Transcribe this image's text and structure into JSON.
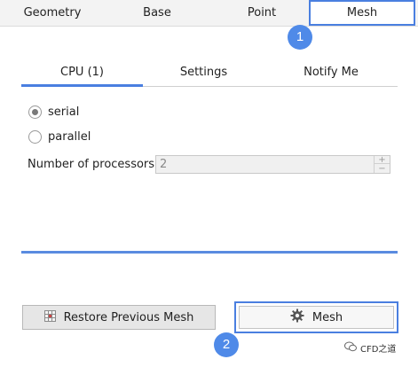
{
  "top_tabs": [
    {
      "label": "Geometry"
    },
    {
      "label": "Base"
    },
    {
      "label": "Point"
    },
    {
      "label": "Mesh",
      "active": true
    }
  ],
  "badges": {
    "first": "1",
    "second": "2"
  },
  "sub_tabs": [
    {
      "label": "CPU  (1)",
      "active": true
    },
    {
      "label": "Settings"
    },
    {
      "label": "Notify Me"
    }
  ],
  "mode_options": [
    {
      "label": "serial",
      "selected": true
    },
    {
      "label": "parallel",
      "selected": false
    }
  ],
  "processors": {
    "label": "Number of processors",
    "value": "2",
    "enabled": false
  },
  "buttons": {
    "restore_label": "Restore Previous Mesh",
    "mesh_label": "Mesh"
  },
  "icons": {
    "restore": "grid-icon",
    "mesh": "gear-icon",
    "watermark": "wechat-icon"
  },
  "colors": {
    "accent": "#4a7fe0",
    "badge": "#4f8ae8"
  },
  "watermark": "CFD之道"
}
